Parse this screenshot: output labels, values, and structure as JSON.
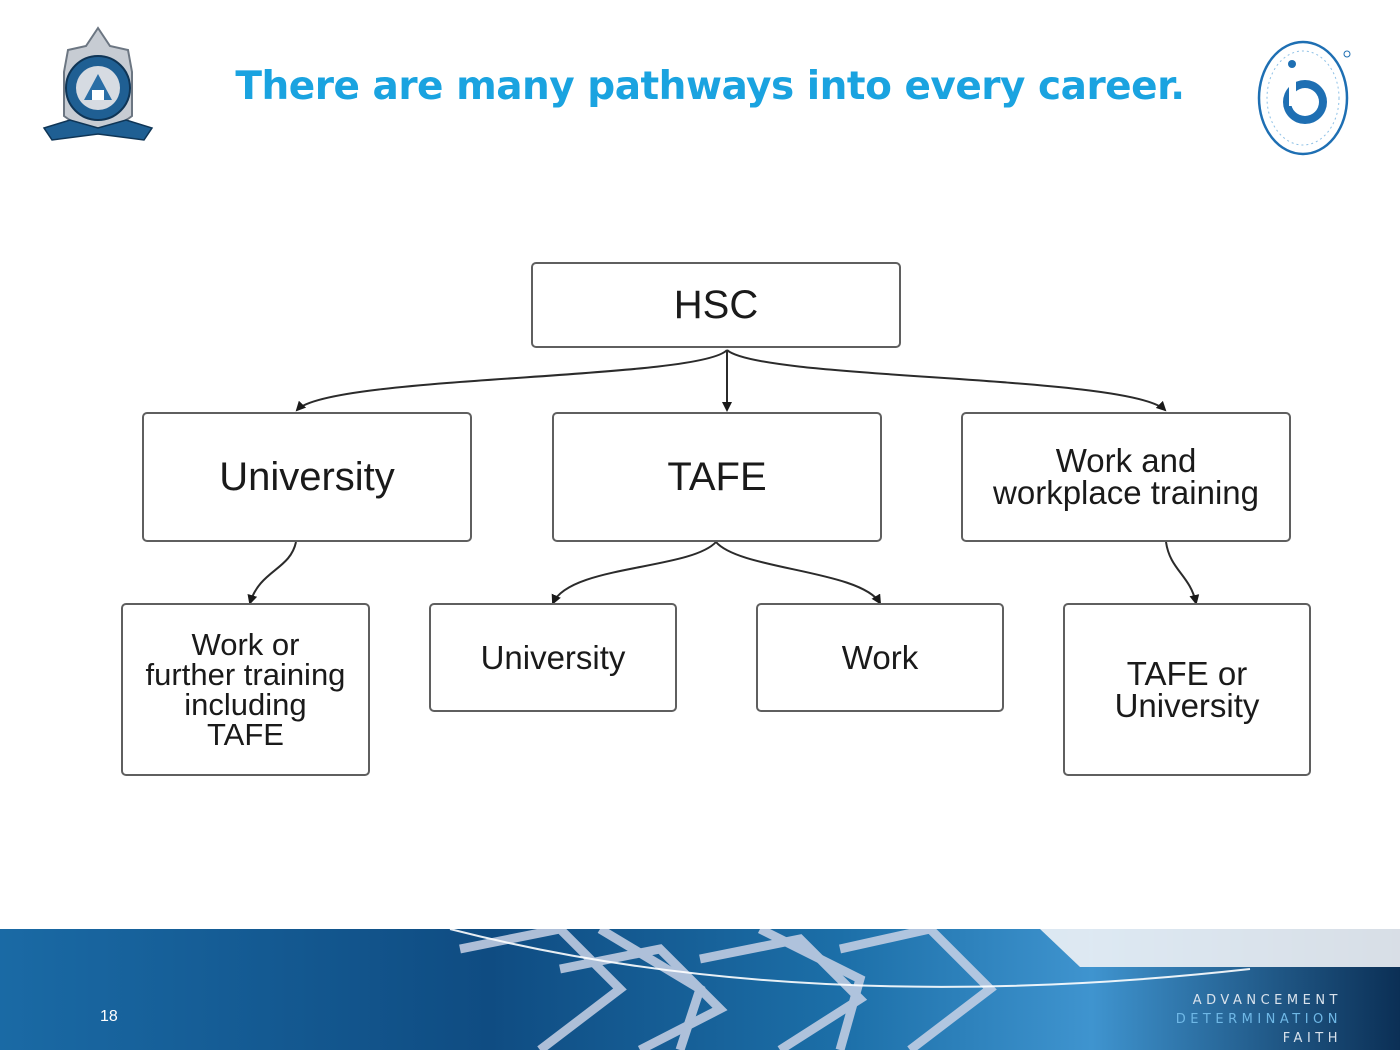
{
  "slide": {
    "title": "There are many pathways into every career.",
    "page_number": "18"
  },
  "diagram": {
    "root": "HSC",
    "level1": {
      "university": "University",
      "tafe": "TAFE",
      "work_training": [
        "Work and",
        "workplace training"
      ]
    },
    "level2": {
      "further_training": [
        "Work or",
        "further training",
        "including",
        "TAFE"
      ],
      "university": "University",
      "work": "Work",
      "tafe_or_university": [
        "TAFE or",
        "University"
      ]
    }
  },
  "footer": {
    "motto": [
      "ADVANCEMENT",
      "DETERMINATION",
      "FAITH"
    ]
  },
  "colors": {
    "title": "#1aa3e0",
    "footer_dark": "#0d3f6e",
    "footer_mid": "#1a6fa8",
    "motto_accent": "#6fb8e6"
  }
}
